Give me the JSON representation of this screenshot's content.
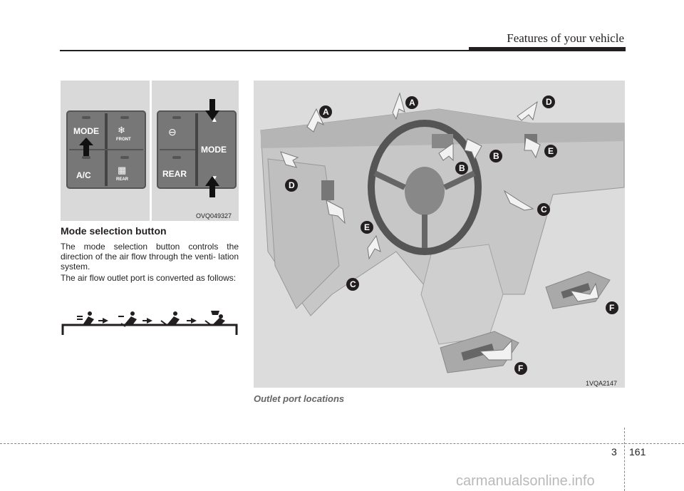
{
  "header": {
    "title": "Features of your vehicle"
  },
  "left_figure": {
    "code": "OVQ049327",
    "buttons": {
      "mode": "MODE",
      "ac": "A/C",
      "front": "FRONT",
      "rear_small": "REAR",
      "rear": "REAR",
      "mode_right": "MODE"
    }
  },
  "section": {
    "heading": "Mode selection button",
    "paragraph1": "The mode selection button controls the direction of the air flow through the venti- lation system.",
    "paragraph2": "The air flow outlet port is converted as follows:"
  },
  "right_figure": {
    "code": "1VQA2147",
    "caption": "Outlet port locations",
    "labels": [
      "A",
      "A",
      "D",
      "B",
      "B",
      "E",
      "D",
      "C",
      "E",
      "C",
      "F",
      "F"
    ]
  },
  "footer": {
    "chapter": "3",
    "page": "161",
    "watermark": "carmanualsonline.info"
  }
}
